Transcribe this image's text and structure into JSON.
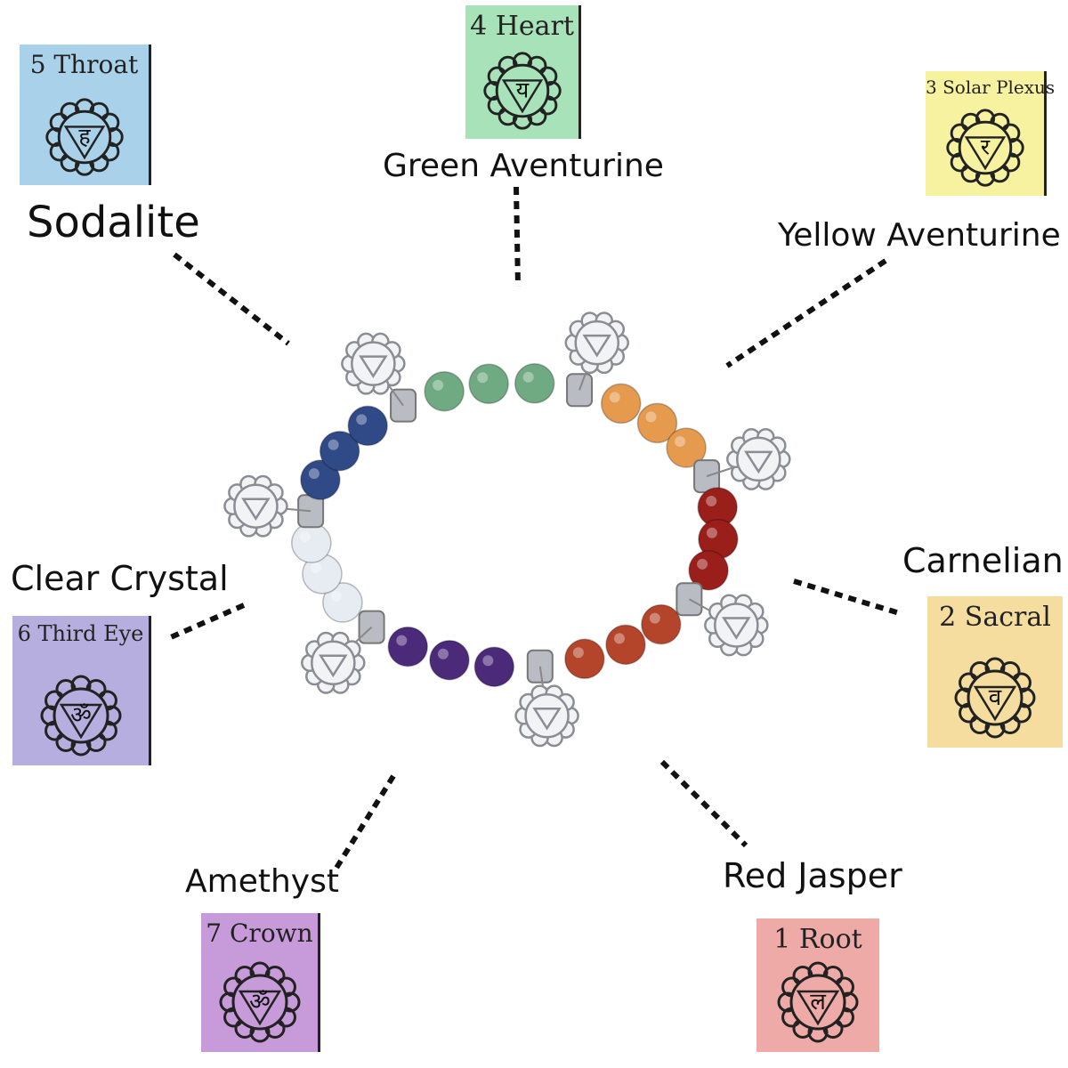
{
  "chakras": [
    {
      "key": "throat",
      "card_title": "5 Throat",
      "stone": "Sodalite",
      "card_color": "#a9d2ea",
      "glyph": "ह"
    },
    {
      "key": "heart",
      "card_title": "4 Heart",
      "stone": "Green Aventurine",
      "card_color": "#a8e2b9",
      "glyph": "य"
    },
    {
      "key": "solar-plexus",
      "card_title": "3 Solar Plexus",
      "stone": "Yellow Aventurine",
      "card_color": "#f7f2a0",
      "glyph": "र"
    },
    {
      "key": "sacral",
      "card_title": "2 Sacral",
      "stone": "Carnelian",
      "card_color": "#f4dd9e",
      "glyph": "व"
    },
    {
      "key": "root",
      "card_title": "1 Root",
      "stone": "Red Jasper",
      "card_color": "#eeaaa6",
      "glyph": "ल"
    },
    {
      "key": "crown",
      "card_title": "7 Crown",
      "stone": "Amethyst",
      "card_color": "#c79ad9",
      "glyph": "ॐ"
    },
    {
      "key": "third-eye",
      "card_title": "6 Third Eye",
      "stone": "Clear Crystal",
      "card_color": "#b7aee0",
      "glyph": "ॐ"
    }
  ],
  "bead_colors": {
    "sodalite": "#2f4a86",
    "green_aventurine": "#6faa82",
    "yellow_aventurine": "#e59a4d",
    "carnelian": "#9a1f1a",
    "red_jasper": "#b5452a",
    "amethyst": "#4c2a7a",
    "clear_crystal": "#e6ecf2",
    "silver": "#b9bcc2"
  }
}
